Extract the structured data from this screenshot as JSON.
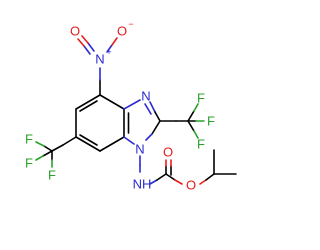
{
  "molecule": {
    "atoms": {
      "nitro_n": "N",
      "nitro_plus": "+",
      "nitro_o_minus": "O",
      "minus": "−",
      "nitro_o_dbl": "O",
      "imidazole_n3": "N",
      "imidazole_n1": "N",
      "nh": "NH",
      "carbonyl_o": "O",
      "ester_o": "O",
      "cf3_right_f1": "F",
      "cf3_right_f2": "F",
      "cf3_right_f3": "F",
      "cf3_left_f1": "F",
      "cf3_left_f2": "F",
      "cf3_left_f3": "F"
    }
  },
  "colors": {
    "carbon_bond": "#000000",
    "nitrogen": "#2a2ad0",
    "oxygen": "#e81c1c",
    "fluorine": "#2ba12b"
  }
}
